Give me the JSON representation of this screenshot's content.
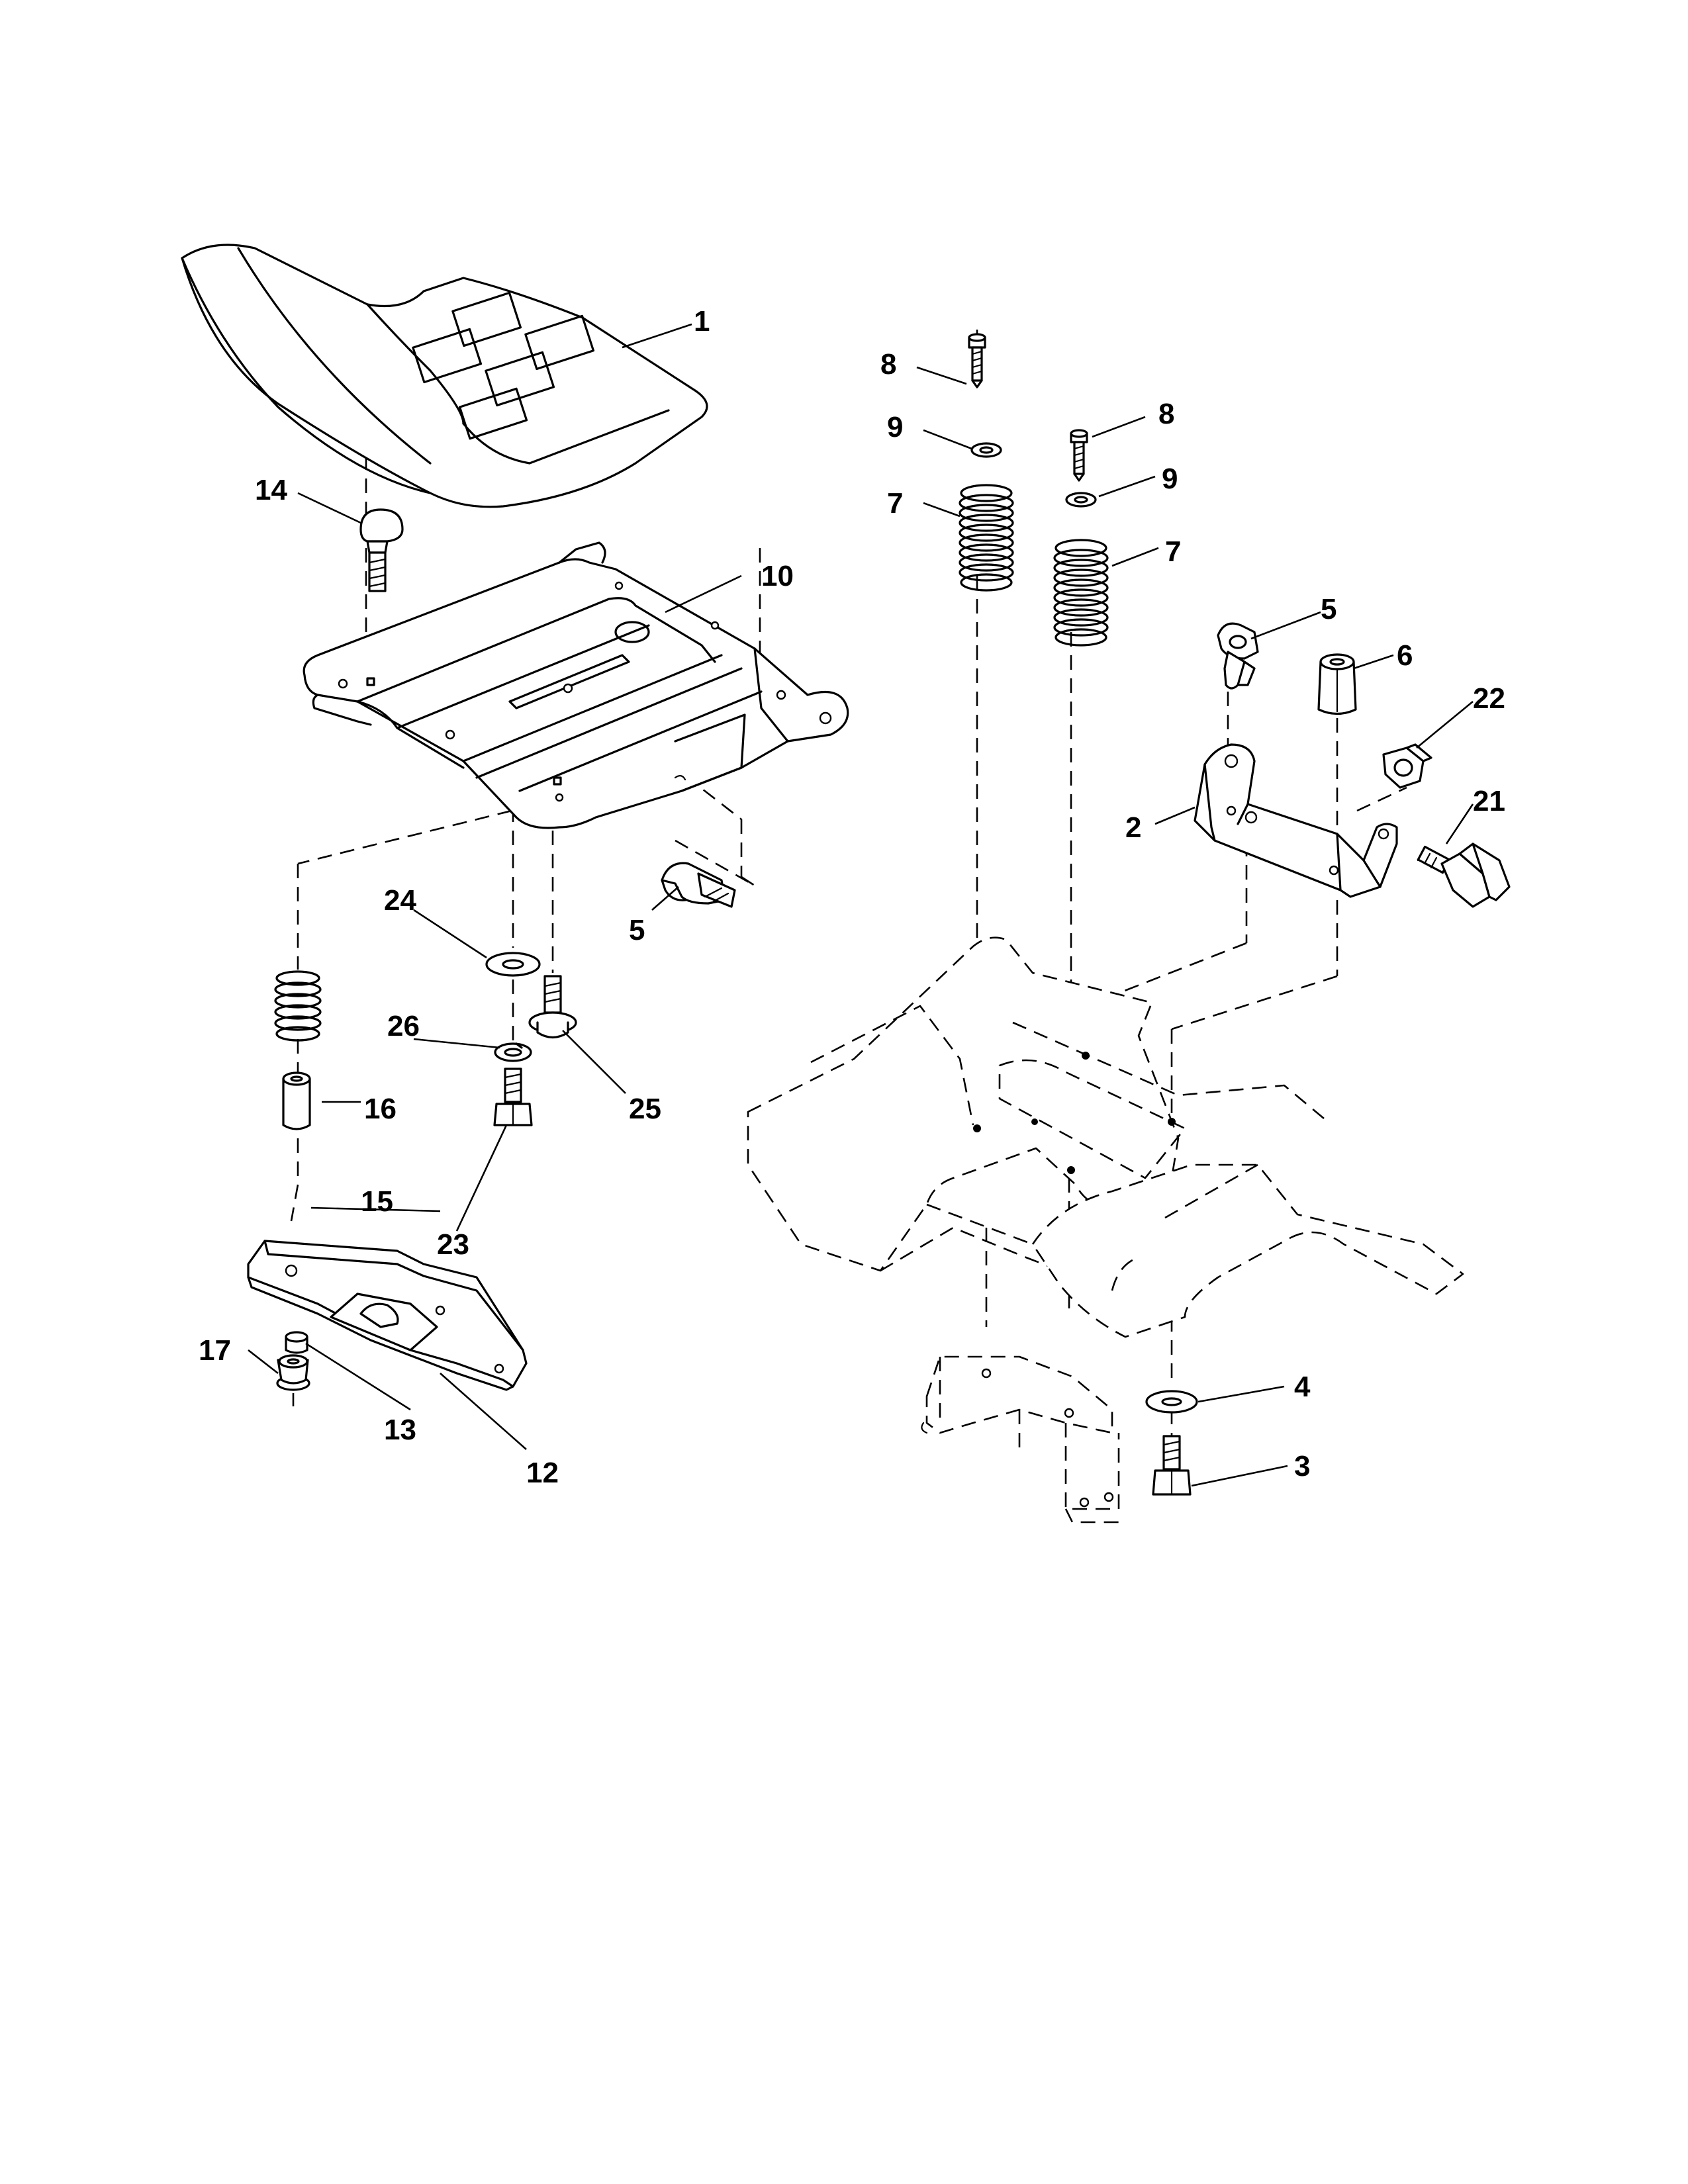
{
  "callouts": {
    "c1": "1",
    "c2": "2",
    "c3": "3",
    "c4": "4",
    "c5a": "5",
    "c5b": "5",
    "c6": "6",
    "c7a": "7",
    "c7b": "7",
    "c8a": "8",
    "c8b": "8",
    "c9a": "9",
    "c9b": "9",
    "c10": "10",
    "c12": "12",
    "c13": "13",
    "c14": "14",
    "c15": "15",
    "c16": "16",
    "c17": "17",
    "c21": "21",
    "c22": "22",
    "c23": "23",
    "c24": "24",
    "c25": "25",
    "c26": "26"
  },
  "parts": [
    {
      "ref": "1",
      "icon": "seat-icon"
    },
    {
      "ref": "2",
      "icon": "bracket-icon"
    },
    {
      "ref": "3",
      "icon": "bolt-icon"
    },
    {
      "ref": "4",
      "icon": "washer-icon"
    },
    {
      "ref": "5",
      "icon": "clip-icon"
    },
    {
      "ref": "6",
      "icon": "nut-icon"
    },
    {
      "ref": "7",
      "icon": "spring-icon"
    },
    {
      "ref": "8",
      "icon": "screw-icon"
    },
    {
      "ref": "9",
      "icon": "washer-icon"
    },
    {
      "ref": "10",
      "icon": "seat-pan-icon"
    },
    {
      "ref": "12",
      "icon": "plate-icon"
    },
    {
      "ref": "13",
      "icon": "spacer-icon"
    },
    {
      "ref": "14",
      "icon": "carriage-bolt-icon"
    },
    {
      "ref": "15",
      "icon": "bushing-icon"
    },
    {
      "ref": "16",
      "icon": "spring-icon"
    },
    {
      "ref": "17",
      "icon": "nut-icon"
    },
    {
      "ref": "21",
      "icon": "shoulder-bolt-icon"
    },
    {
      "ref": "22",
      "icon": "nut-icon"
    },
    {
      "ref": "23",
      "icon": "bolt-icon"
    },
    {
      "ref": "24",
      "icon": "washer-icon"
    },
    {
      "ref": "25",
      "icon": "bolt-icon"
    },
    {
      "ref": "26",
      "icon": "lock-washer-icon"
    }
  ]
}
